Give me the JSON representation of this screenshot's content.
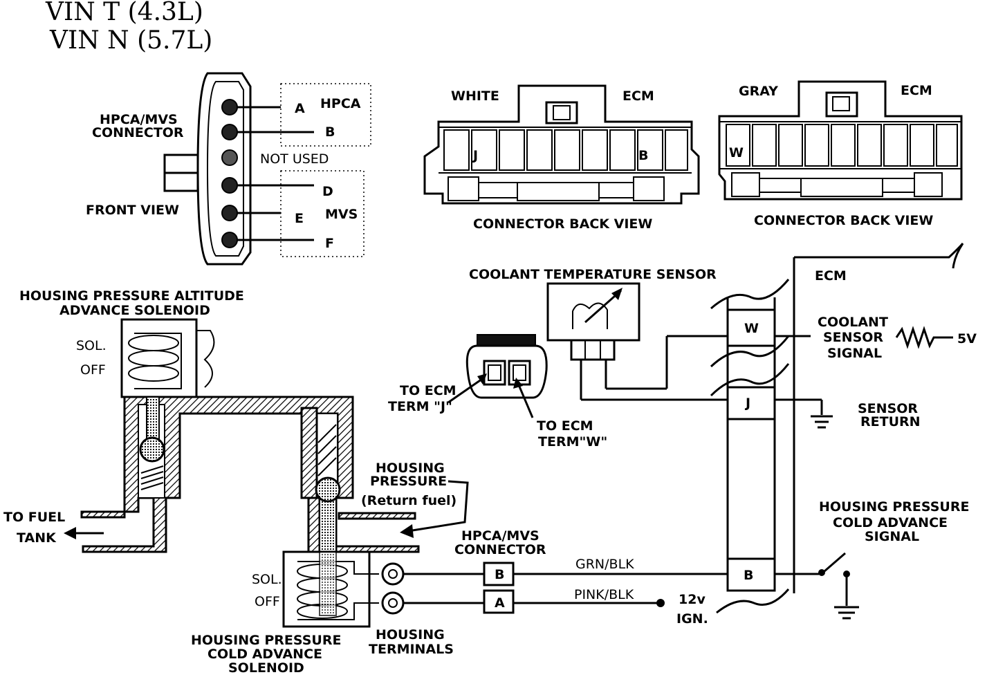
{
  "title": {
    "line1": "VIN  T  (4.3L)",
    "line2": "VIN  N  (5.7L)"
  },
  "front_connector": {
    "name": "HPCA/MVS",
    "name2": "CONNECTOR",
    "view": "FRONT VIEW",
    "pins": [
      "A",
      "B",
      "NOT USED",
      "D",
      "E",
      "F"
    ],
    "group_hpca": "HPCA",
    "group_mvs": "MVS"
  },
  "white_connector": {
    "color": "WHITE",
    "owner": "ECM",
    "pin_left": "J",
    "pin_right": "B",
    "view": "CONNECTOR BACK VIEW"
  },
  "gray_connector": {
    "color": "GRAY",
    "owner": "ECM",
    "pin_left": "W",
    "view": "CONNECTOR BACK VIEW"
  },
  "altitude_solenoid": {
    "title1": "HOUSING PRESSURE  ALTITUDE",
    "title2": "ADVANCE SOLENOID",
    "sol": "SOL.",
    "off": "OFF"
  },
  "fuel_tank": {
    "line1": "TO FUEL",
    "line2": "TANK"
  },
  "cold_solenoid": {
    "sol": "SOL.",
    "off": "OFF",
    "title1": "HOUSING PRESSURE",
    "title2": "COLD ADVANCE",
    "title3": "SOLENOID"
  },
  "housing_terminals": {
    "line1": "HOUSING",
    "line2": "TERMINALS"
  },
  "housing_pressure": {
    "line1": "HOUSING",
    "line2": "PRESSURE",
    "line3": "(Return fuel)"
  },
  "coolant_sensor": {
    "title": "COOLANT TEMPERATURE SENSOR",
    "to_j1": "TO ECM",
    "to_j2": "TERM \"J\"",
    "to_w1": "TO ECM",
    "to_w2": "TERM\"W\""
  },
  "ecm": {
    "label": "ECM",
    "pin_w": "W",
    "pin_j": "J",
    "pin_b": "B",
    "coolant1": "COOLANT",
    "coolant2": "SENSOR",
    "coolant3": "SIGNAL",
    "volts": "5V",
    "return1": "SENSOR",
    "return2": "RETURN",
    "hp1": "HOUSING PRESSURE",
    "hp2": "COLD ADVANCE",
    "hp3": "SIGNAL"
  },
  "harness": {
    "connector1": "HPCA/MVS",
    "connector2": "CONNECTOR",
    "pin_b": "B",
    "pin_a": "A",
    "wire_b": "GRN/BLK",
    "wire_a": "PINK/BLK",
    "ign1": "12v",
    "ign2": "IGN."
  }
}
